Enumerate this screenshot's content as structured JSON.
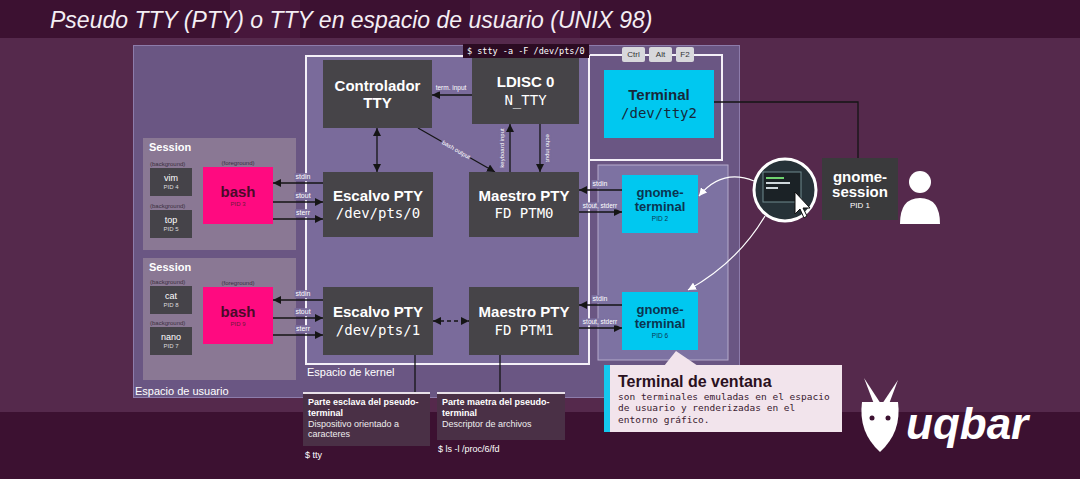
{
  "diagram": {
    "title": "Pseudo TTY (PTY) o TTY en espacio de usuario (UNIX 98)",
    "nodes": [
      {
        "text": [
          "Espacio de usuario"
        ]
      },
      {
        "text": [
          "Session"
        ],
        "in": 0
      },
      {
        "text": [
          "(background)",
          "vim",
          "PID 4"
        ],
        "in": 1
      },
      {
        "text": [
          "(background)",
          "top",
          "PID 5"
        ],
        "in": 1
      },
      {
        "text": [
          "(foreground)",
          "bash",
          "PID 3"
        ],
        "in": 1
      },
      {
        "text": [
          "Session"
        ],
        "in": 0
      },
      {
        "text": [
          "(background)",
          "cat",
          "PID 8"
        ],
        "in": 5
      },
      {
        "text": [
          "(background)",
          "nano",
          "PID 7"
        ],
        "in": 5
      },
      {
        "text": [
          "(foreground)",
          "bash",
          "PID 9"
        ],
        "in": 5
      },
      {
        "text": [
          "Espacio de kernel"
        ],
        "in": 0
      },
      {
        "text": [
          "Controlador TTY"
        ],
        "in": 9
      },
      {
        "text": [
          "LDISC 0",
          "N_TTY"
        ],
        "in": 9
      },
      {
        "text": [
          "Escalvo PTY",
          "/dev/pts/0"
        ],
        "in": 9
      },
      {
        "text": [
          "Maestro PTY",
          "FD PTM0"
        ],
        "in": 9
      },
      {
        "text": [
          "Escalvo PTY",
          "/dev/pts/1"
        ],
        "in": 9
      },
      {
        "text": [
          "Maestro PTY",
          "FD PTM1"
        ],
        "in": 9
      },
      {
        "text": [
          "Ctrl"
        ],
        "in": 0
      },
      {
        "text": [
          "Alt"
        ],
        "in": 0
      },
      {
        "text": [
          "F2"
        ],
        "in": 0
      },
      {
        "text": [
          "Terminal",
          "/dev/tty2"
        ],
        "in": 0
      },
      {
        "text": [
          "gnome-terminal",
          "PID 2"
        ],
        "in": 0
      },
      {
        "text": [
          "gnome-terminal",
          "PID 6"
        ],
        "in": 0
      },
      {
        "text": [
          "gnome-session",
          "PID 1"
        ]
      },
      {
        "text": [
          "Terminal de ventana",
          "son terminales emuladas en el espacio de usuario y renderizadas en el entorno gráfico."
        ]
      },
      {
        "text": [
          "Parte esclava del pseudo-terminal",
          "Dispositivo orientado a caracteres"
        ]
      },
      {
        "text": [
          "Parte maetra del pseudo-terminal",
          "Descriptor de archivos"
        ]
      }
    ],
    "edges": [
      {
        "from": 10,
        "to": 12,
        "arrow": "both"
      },
      {
        "from": 11,
        "to": 10,
        "label": "term. input",
        "arrow": "to"
      },
      {
        "from": 10,
        "to": 13,
        "label": "bash output",
        "arrow": "to"
      },
      {
        "from": 13,
        "to": 11,
        "label": "keyboard input",
        "arrow": "to"
      },
      {
        "from": 11,
        "to": 13,
        "label": "echo input",
        "arrow": "to"
      },
      {
        "from": 12,
        "to": 4,
        "label": "stdin",
        "arrow": "to"
      },
      {
        "from": 4,
        "to": 12,
        "label": "stout",
        "arrow": "to"
      },
      {
        "from": 4,
        "to": 12,
        "label": "sterr",
        "arrow": "to"
      },
      {
        "from": 20,
        "to": 13,
        "label": "stdin",
        "arrow": "to"
      },
      {
        "from": 13,
        "to": 20,
        "label": "stout, stderr",
        "arrow": "to"
      },
      {
        "from": 14,
        "to": 8,
        "label": "stdin",
        "arrow": "to"
      },
      {
        "from": 8,
        "to": 14,
        "label": "stout",
        "arrow": "to"
      },
      {
        "from": 8,
        "to": 14,
        "label": "sterr",
        "arrow": "to"
      },
      {
        "from": 14,
        "to": 15,
        "arrow": "both"
      },
      {
        "from": 21,
        "to": 15,
        "label": "stdin",
        "arrow": "to"
      },
      {
        "from": 15,
        "to": 21,
        "label": "stout, stderr",
        "arrow": "to"
      },
      {
        "from": 19,
        "to": 22,
        "arrow": "none"
      },
      {
        "from": 24,
        "to": 14,
        "arrow": "none"
      },
      {
        "from": 25,
        "to": 15,
        "arrow": "none"
      }
    ],
    "labels": [
      "$ stty -a -F /dev/pts/0",
      "$ tty",
      "$ ls -l /proc/6/fd",
      "uqbar"
    ]
  }
}
